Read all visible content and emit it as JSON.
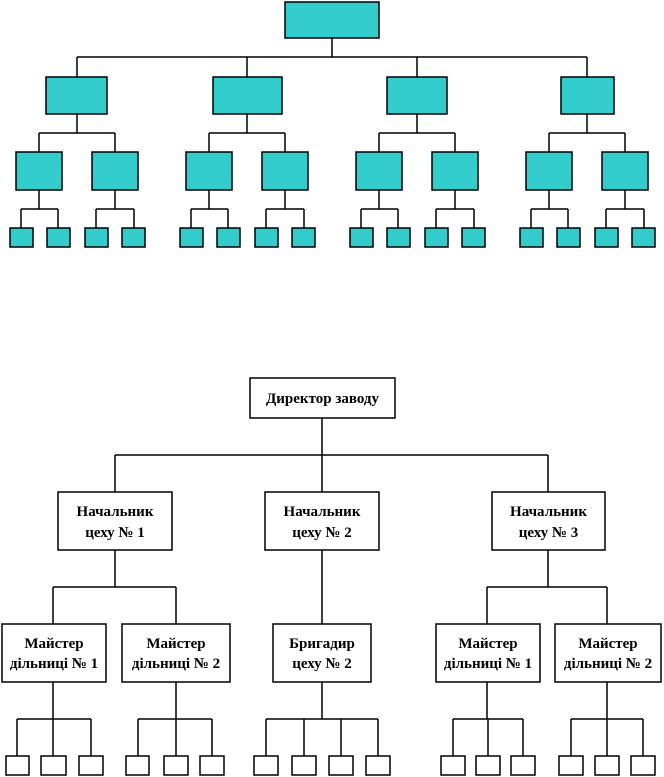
{
  "top_diagram": {
    "fill_color": "#33cccc",
    "levels": [
      1,
      4,
      8,
      16
    ]
  },
  "bottom_diagram": {
    "director": {
      "line1": "Директор заводу"
    },
    "heads": [
      {
        "line1": "Начальник",
        "line2": "цеху № 1"
      },
      {
        "line1": "Начальник",
        "line2": "цеху № 2"
      },
      {
        "line1": "Начальник",
        "line2": "цеху № 3"
      }
    ],
    "subs": [
      {
        "line1": "Майстер",
        "line2": "дільниці № 1"
      },
      {
        "line1": "Майстер",
        "line2": "дільниці № 2"
      },
      {
        "line1": "Бригадир",
        "line2": "цеху № 2"
      },
      {
        "line1": "Майстер",
        "line2": "дільниці № 1"
      },
      {
        "line1": "Майстер",
        "line2": "дільниці № 2"
      }
    ]
  }
}
